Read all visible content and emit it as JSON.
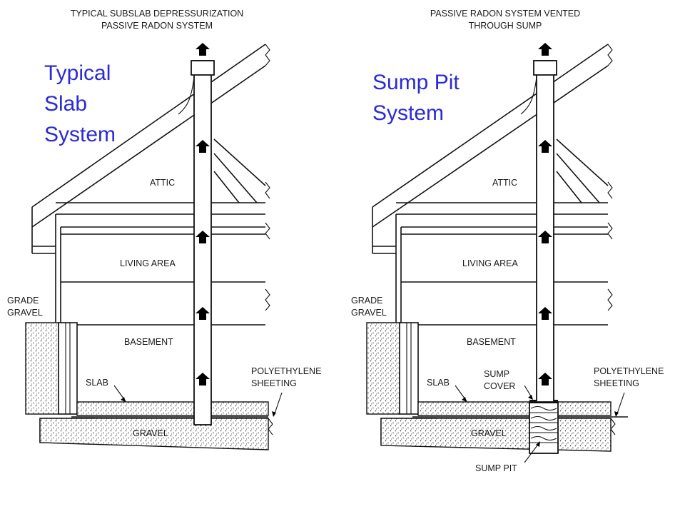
{
  "left": {
    "title_line1": "TYPICAL SUBSLAB DEPRESSURIZATION",
    "title_line2": "PASSIVE RADON SYSTEM",
    "callout": [
      "Typical",
      "Slab",
      "System"
    ],
    "labels": {
      "attic": "ATTIC",
      "living_area": "LIVING AREA",
      "basement": "BASEMENT",
      "grade": "GRADE",
      "gravel_side": "GRAVEL",
      "slab": "SLAB",
      "polyethylene": "POLYETHYLENE",
      "sheeting": "SHEETING",
      "gravel": "GRAVEL"
    }
  },
  "right": {
    "title_line1": "PASSIVE RADON SYSTEM VENTED",
    "title_line2": "THROUGH SUMP",
    "callout": [
      "Sump Pit",
      "System"
    ],
    "labels": {
      "attic": "ATTIC",
      "living_area": "LIVING AREA",
      "basement": "BASEMENT",
      "grade": "GRADE",
      "gravel_side": "GRAVEL",
      "slab": "SLAB",
      "sump": "SUMP",
      "cover": "COVER",
      "polyethylene": "POLYETHYLENE",
      "sheeting": "SHEETING",
      "gravel": "GRAVEL",
      "sump_pit": "SUMP PIT"
    }
  },
  "colors": {
    "callout": "#2a2ad8",
    "line": "#111111"
  },
  "icons": {
    "airflow": "up-arrow-icon"
  }
}
